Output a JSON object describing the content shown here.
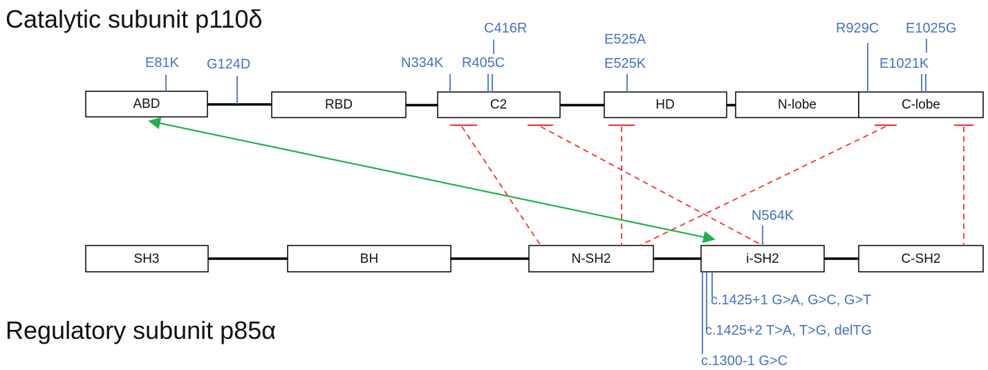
{
  "titles": {
    "catalytic": "Catalytic subunit p110δ",
    "regulatory": "Regulatory subunit p85α"
  },
  "p110_domains": [
    "ABD",
    "RBD",
    "C2",
    "HD",
    "N-lobe",
    "C-lobe"
  ],
  "p85_domains": [
    "SH3",
    "BH",
    "N-SH2",
    "i-SH2",
    "C-SH2"
  ],
  "p110_mutations": [
    "E81K",
    "G124D",
    "N334K",
    "C416R",
    "R405C",
    "E525A",
    "E525K",
    "R929C",
    "E1025G",
    "E1021K"
  ],
  "p85_mutations_above": [
    "N564K"
  ],
  "p85_splice_variants": [
    "c.1425+1 G>A,  G>C,  G>T",
    "c.1425+2 T>A,  T>G,  delTG",
    "c.1300-1 G>C"
  ],
  "colors": {
    "mutation": "#4472c4",
    "inhibitory_contact": "#ff2a2a",
    "activating_contact": "#1fb04a",
    "domain_outline": "#000000"
  }
}
